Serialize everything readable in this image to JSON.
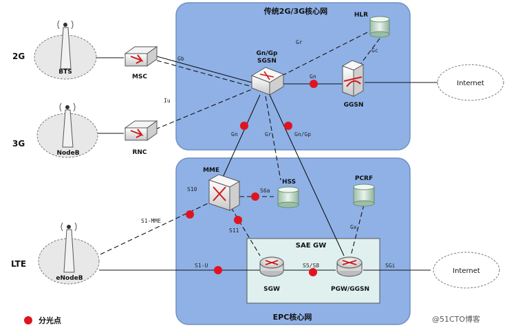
{
  "regions": {
    "legacy_core": "传统2G/3G核心网",
    "epc_core": "EPC核心网",
    "sae_gw": "SAE GW"
  },
  "row_labels": {
    "g2": "2G",
    "g3": "3G",
    "lte": "LTE"
  },
  "nodes": {
    "bts": "BTS",
    "nodeb": "NodeB",
    "enodeb": "eNodeB",
    "msc": "MSC",
    "rnc": "RNC",
    "sgsn_top": "Gn/Gp",
    "sgsn_bottom": "SGSN",
    "hlr": "HLR",
    "ggsn": "GGSN",
    "internet_top": "Internet",
    "internet_bottom": "Internet",
    "mme": "MME",
    "hss": "HSS",
    "pcrf": "PCRF",
    "sgw": "SGW",
    "pgw": "PGW/GGSN"
  },
  "interfaces": {
    "gb": "Gb",
    "iu": "Iu",
    "gr_top": "Gr",
    "gc": "Gc",
    "gn_top": "Gn",
    "gn_left": "Gn",
    "gr_mid": "Gr",
    "gn_gp": "Gn/Gp",
    "s10": "S10",
    "s6a": "S6a",
    "s1_mme": "S1-MME",
    "s11": "S11",
    "gx": "Gx",
    "s1_u": "S1-U",
    "s5_s8": "S5/S8",
    "sgi": "SGi"
  },
  "legend": {
    "split_point": "分光点"
  },
  "watermark": "@51CTO博客",
  "colors": {
    "region_fill": "#8fb1e6",
    "region_stroke": "#6f8fc0",
    "gateway_fill": "#dff0ef",
    "split_point": "#e0141e",
    "cloud_fill": "#e8e8e8"
  }
}
